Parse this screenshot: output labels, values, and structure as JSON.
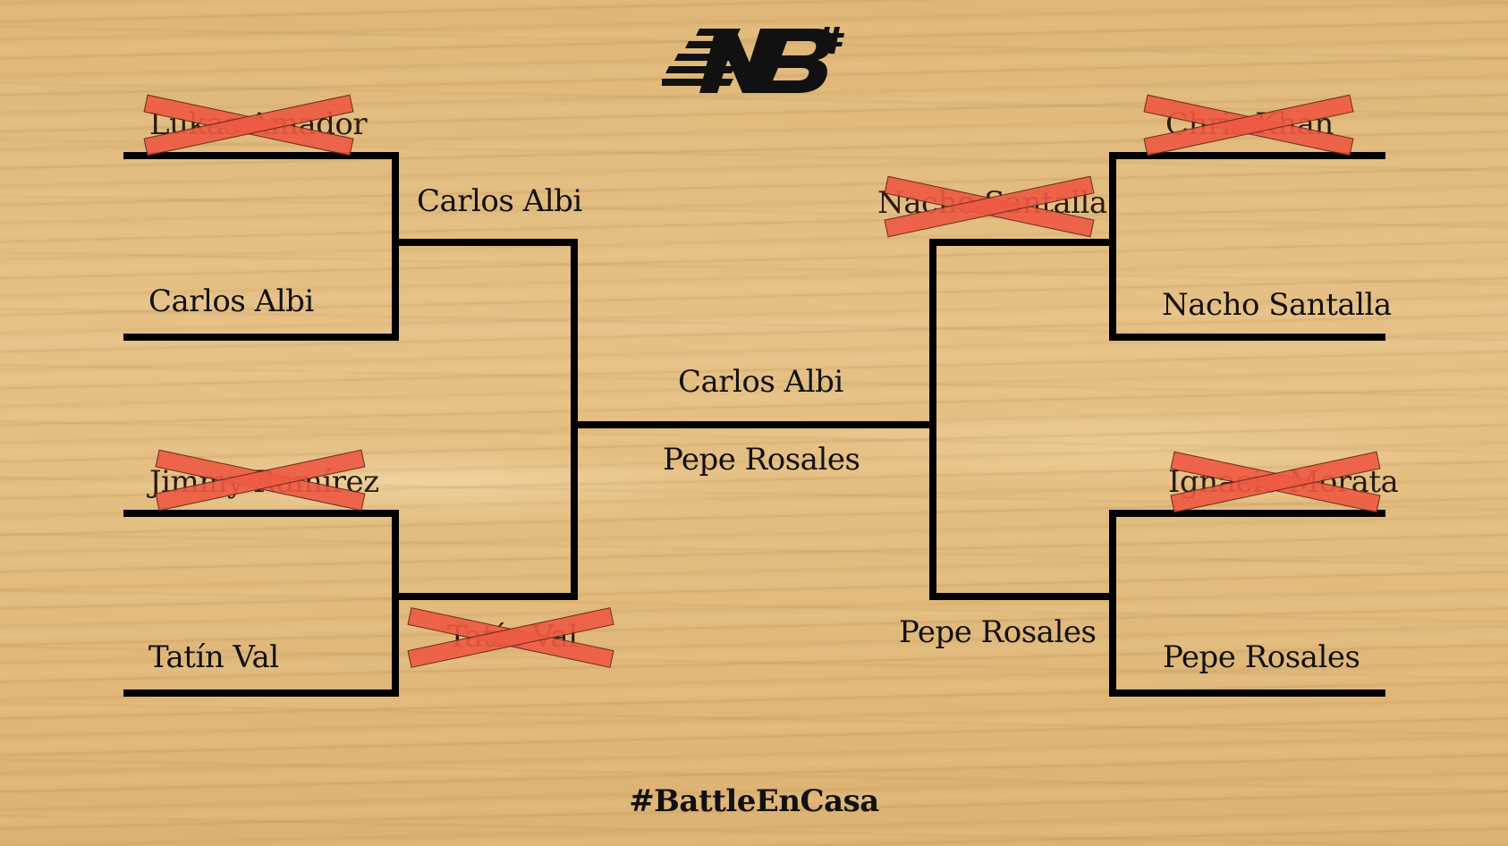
{
  "logo": {
    "icon": "nb-hash-logo"
  },
  "hashtag": "#BattleEnCasa",
  "left": {
    "round1": {
      "match1": {
        "top": "Lukas Amador",
        "bottom": "Carlos Albi"
      },
      "match2": {
        "top": "Jimmy Ramírez",
        "bottom": "Tatín Val"
      }
    },
    "round2": {
      "top": "Carlos Albi",
      "bottom": "Tatín Val"
    }
  },
  "right": {
    "round1": {
      "match1": {
        "top": "Chris Khan",
        "bottom": "Nacho Santalla"
      },
      "match2": {
        "top": "Ignacio Morata",
        "bottom": "Pepe Rosales"
      }
    },
    "round2": {
      "top": "Nacho Santalla",
      "bottom": "Pepe Rosales"
    }
  },
  "final": {
    "top": "Carlos Albi",
    "bottom": "Pepe Rosales"
  },
  "colors": {
    "line": "#000000",
    "strike": "#ef5a43",
    "wood": "#e2bb7f",
    "text": "#111111"
  }
}
